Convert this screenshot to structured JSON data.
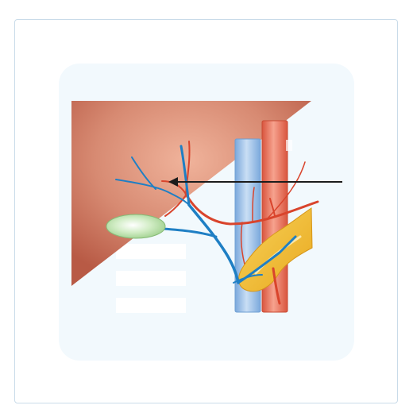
{
  "figure": {
    "subject": "liver-gallbladder-biliary-and-portal-anatomy",
    "structures": [
      "liver",
      "gallbladder",
      "bile-ducts",
      "hepatic-artery",
      "inferior-vena-cava",
      "aorta",
      "pancreas",
      "pointer-arrow"
    ],
    "label_placeholders": 3
  },
  "colors": {
    "frame_border": "#c9dbe9",
    "panel_bg": "#f2f9fd",
    "liver_center": "#f0b39b",
    "liver_edge": "#b85a45",
    "gallbladder": "#a9d89a",
    "bile_duct": "#1f7fc4",
    "artery": "#d9442c",
    "vena_cava": "#8fb8e6",
    "aorta": "#e8705a",
    "pancreas": "#f2b933",
    "arrow": "#1c1c1c"
  }
}
